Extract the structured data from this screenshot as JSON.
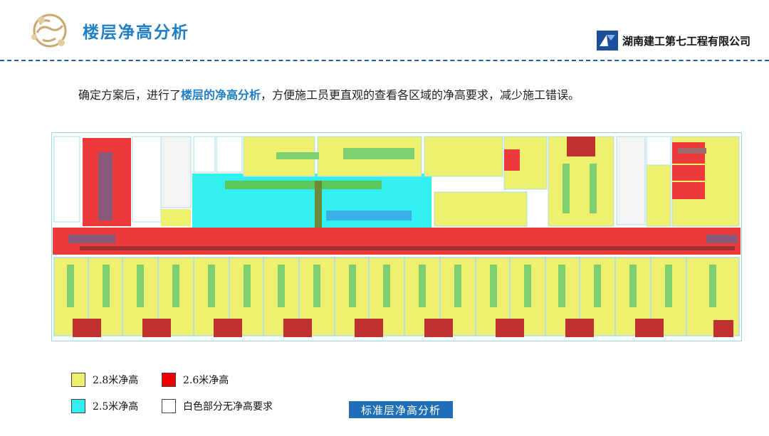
{
  "header": {
    "title": "楼层净高分析",
    "company_name": "湖南建工第七工程有限公司"
  },
  "intro": {
    "before": "确定方案后，进行了",
    "highlight": "楼层的净高分析",
    "after": "，方便施工员更直观的查看各区域的净高要求，减少施工错误。"
  },
  "colors": {
    "yellow": "#f0f070",
    "red": "#ee0000",
    "cyan": "#33f0f0",
    "white": "#ffffff",
    "accent": "#1f7fc4"
  },
  "legend": [
    {
      "label": "2.8米净高",
      "color": "#f0f070"
    },
    {
      "label": "2.6米净高",
      "color": "#ee0000"
    },
    {
      "label": "2.5米净高",
      "color": "#33f0f0"
    },
    {
      "label": "白色部分无净高要求",
      "color": "#ffffff"
    }
  ],
  "caption": "标准层净高分析"
}
